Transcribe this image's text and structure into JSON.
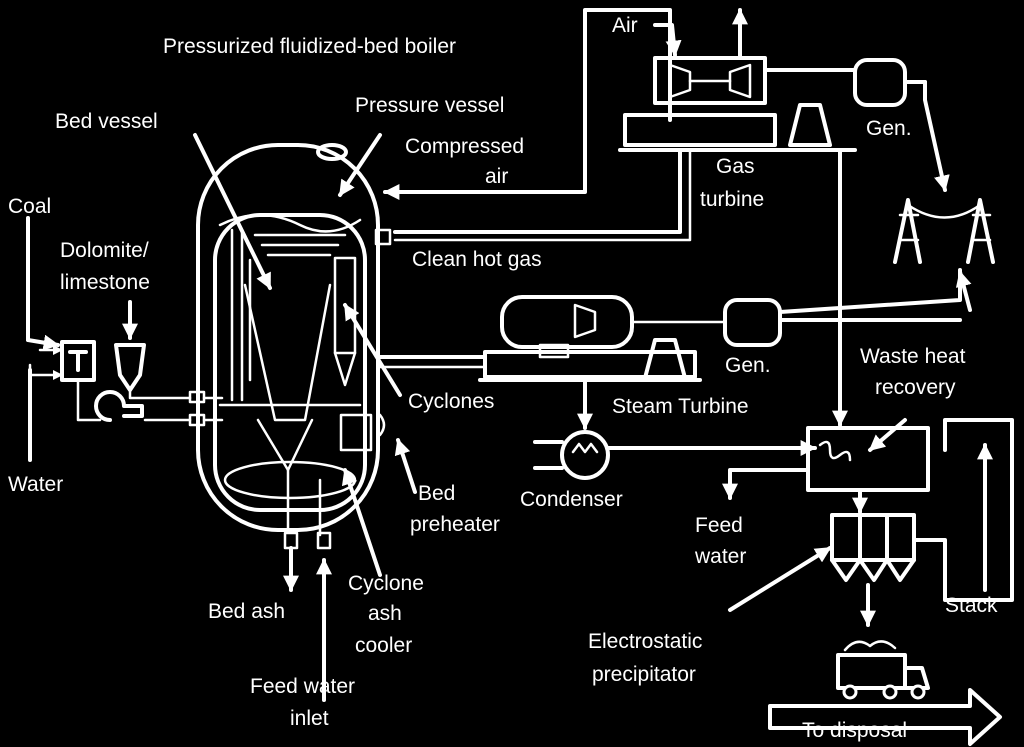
{
  "labels": {
    "title": "Pressurized fluidized-bed boiler",
    "air": "Air",
    "bed_vessel": "Bed vessel",
    "pressure_vessel": "Pressure vessel",
    "compressed_1": "Compressed",
    "compressed_2": "air",
    "gas_turbine_1": "Gas",
    "gas_turbine_2": "turbine",
    "gen_top": "Gen.",
    "coal": "Coal",
    "dolomite_1": "Dolomite/",
    "dolomite_2": "limestone",
    "clean_hot_gas": "Clean hot gas",
    "gen_mid": "Gen.",
    "waste_heat_1": "Waste heat",
    "waste_heat_2": "recovery",
    "cyclones": "Cyclones",
    "steam_turbine": "Steam Turbine",
    "water": "Water",
    "bed_preheater_1": "Bed",
    "bed_preheater_2": "preheater",
    "condenser": "Condenser",
    "feed_water_1": "Feed",
    "feed_water_2": "water",
    "cyclone_cooler_1": "Cyclone",
    "cyclone_cooler_2": "ash",
    "cyclone_cooler_3": "cooler",
    "bed_ash": "Bed ash",
    "stack": "Stack",
    "esp_1": "Electrostatic",
    "esp_2": "precipitator",
    "feed_inlet_1": "Feed water",
    "feed_inlet_2": "inlet",
    "to_disposal": "To disposal"
  }
}
